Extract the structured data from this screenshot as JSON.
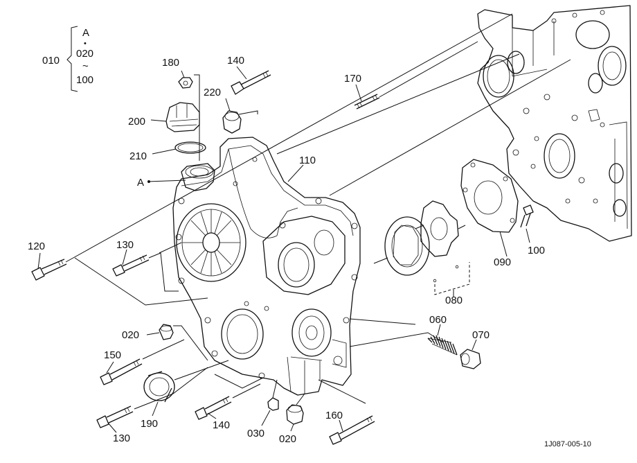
{
  "labels": {
    "p010": "010",
    "bracket_a": "A",
    "bracket_dot": "•",
    "bracket_020": "020",
    "bracket_tilde": "~",
    "bracket_100": "100",
    "p180": "180",
    "p140a": "140",
    "p220": "220",
    "p200": "200",
    "p210": "210",
    "a_marker": "A",
    "p170": "170",
    "p110": "110",
    "p120": "120",
    "p130a": "130",
    "p100": "100",
    "p090": "090",
    "p080": "080",
    "p060": "060",
    "p070": "070",
    "p020a": "020",
    "p150": "150",
    "p190": "190",
    "p130b": "130",
    "p140b": "140",
    "p030": "030",
    "p020b": "020",
    "p160": "160",
    "drawing_number": "1J087-005-10"
  },
  "colors": {
    "ink": "#111111",
    "background": "#ffffff"
  }
}
